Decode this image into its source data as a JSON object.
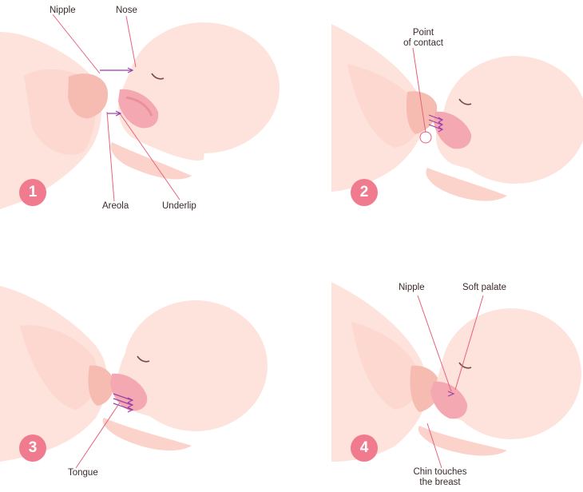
{
  "panels": [
    {
      "number": "1",
      "labels": {
        "nipple": "Nipple",
        "nose": "Nose",
        "areola": "Areola",
        "underlip": "Underlip"
      }
    },
    {
      "number": "2",
      "labels": {
        "point_of_contact_line1": "Point",
        "point_of_contact_line2": "of contact"
      }
    },
    {
      "number": "3",
      "labels": {
        "tongue": "Tongue"
      }
    },
    {
      "number": "4",
      "labels": {
        "nipple": "Nipple",
        "soft_palate": "Soft palate",
        "chin_line1": "Chin touches",
        "chin_line2": "the breast"
      }
    }
  ],
  "colors": {
    "skin_light": "#fde3dc",
    "skin_mid": "#fbd3cb",
    "skin_dark": "#f6bcb2",
    "mouth": "#f4a9b2",
    "badge": "#f07a8e",
    "arrow": "#9b3fa8",
    "leader_line": "#e8607c"
  }
}
